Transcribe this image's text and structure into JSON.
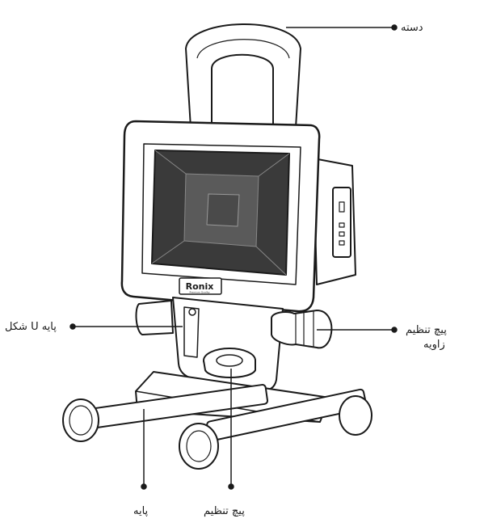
{
  "labels": {
    "handle": "دسته",
    "angle_knob_line1": "پیچ تنظیم",
    "angle_knob_line2": "زاویه",
    "u_bracket": "پایه U شکل",
    "base": "پایه",
    "adjust_knob": "پیچ تنظیم"
  },
  "logo": {
    "brand": "Ronix",
    "tagline": "Premium Quality"
  },
  "colors": {
    "stroke": "#1a1a1a",
    "body_fill": "#ffffff",
    "lens_fill": "#3a3a3a",
    "lens_inner": "#5a5a5a"
  }
}
